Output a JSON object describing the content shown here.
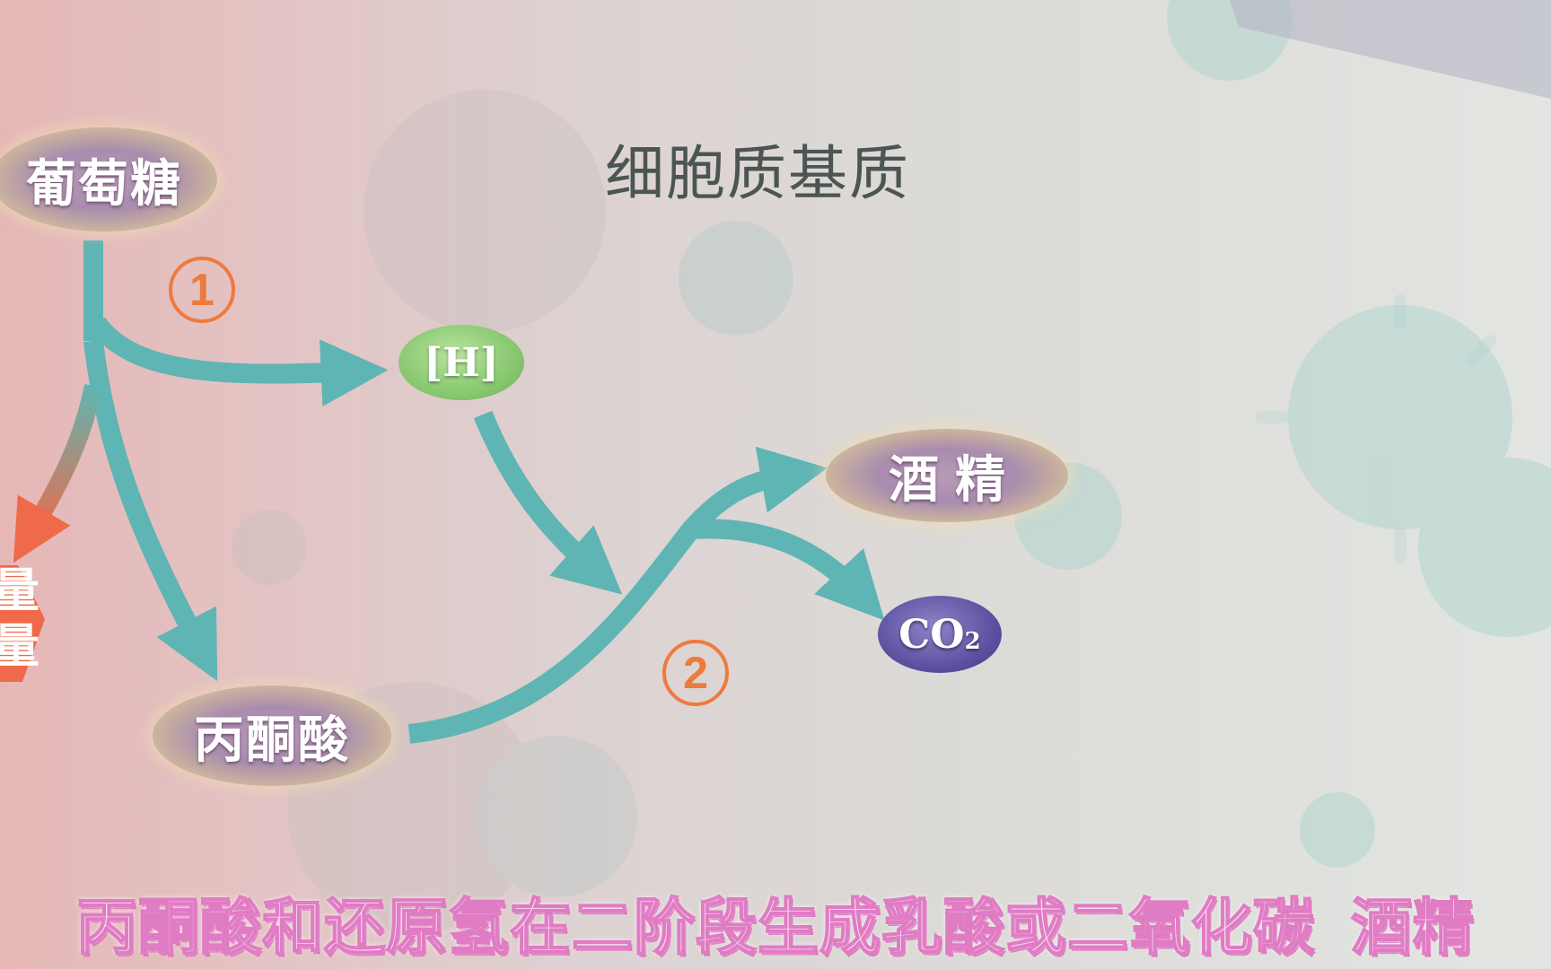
{
  "region_title": "细胞质基质",
  "nodes": {
    "glucose": "葡萄糖",
    "hydrogen": "[H]",
    "pyruvate": "丙酮酸",
    "ethanol": "酒精",
    "co2": "CO",
    "co2_sub": "2",
    "energy_partial": "量量"
  },
  "steps": {
    "step1": "1",
    "step2": "2"
  },
  "subtitle": {
    "main": "丙酮酸和还原氢在二阶段生成乳酸或二氧化碳",
    "tail": "酒精"
  },
  "colors": {
    "arrow": "#5fb5b3",
    "step": "#ee7a3c",
    "energy": "#ee6a4a",
    "subtitle": "#e07cc4"
  }
}
